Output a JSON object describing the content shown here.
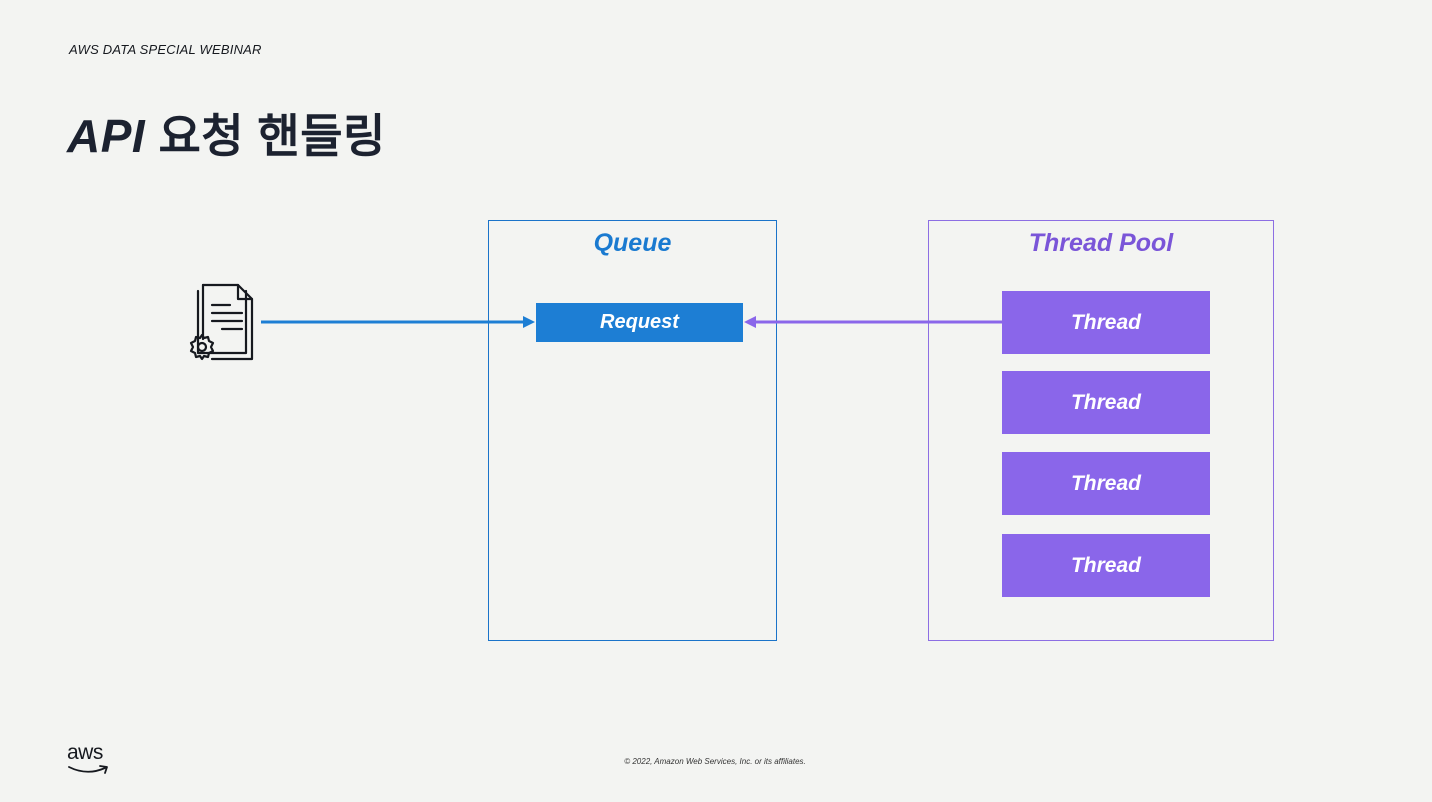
{
  "header": {
    "eyebrow": "AWS DATA SPECIAL WEBINAR",
    "title_api": "API",
    "title_rest": "요청 핸들링"
  },
  "diagram": {
    "client_icon": "document-gear-icon",
    "queue": {
      "label": "Queue",
      "item": "Request",
      "color": "#1d7ed4"
    },
    "thread_pool": {
      "label": "Thread Pool",
      "threads": [
        "Thread",
        "Thread",
        "Thread",
        "Thread"
      ],
      "color": "#8a66ea"
    }
  },
  "footer": {
    "logo": "aws",
    "copyright": "© 2022, Amazon Web Services, Inc. or its affiliates."
  }
}
